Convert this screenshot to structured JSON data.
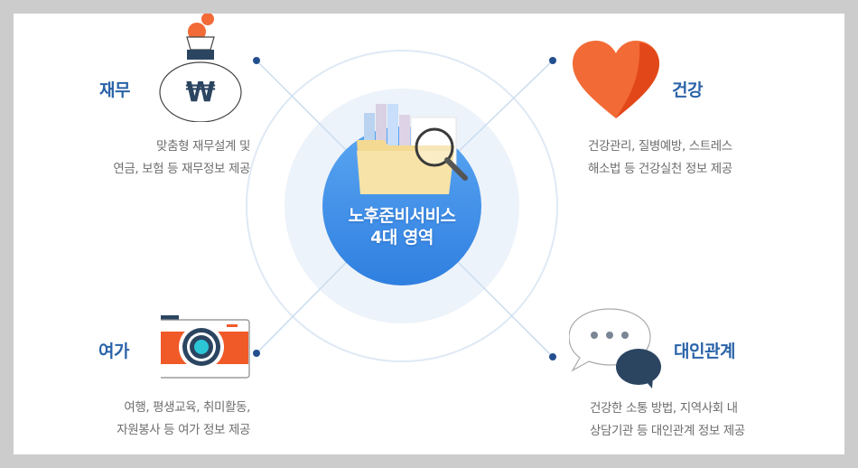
{
  "center": {
    "line1": "노후준비서비스",
    "line2": "4대 영역",
    "icon": "folder-magnifier-icon"
  },
  "areas": [
    {
      "id": "finance",
      "title": "재무",
      "icon": "money-bag-won-icon",
      "desc_line1": "맞춤형 재무설계 및",
      "desc_line2": "연금, 보험 등 재무정보 제공"
    },
    {
      "id": "health",
      "title": "건강",
      "icon": "heart-icon",
      "desc_line1": "건강관리, 질병예방, 스트레스",
      "desc_line2": "해소법 등 건강실천 정보 제공"
    },
    {
      "id": "leisure",
      "title": "여가",
      "icon": "camera-icon",
      "desc_line1": "여행, 평생교육, 취미활동,",
      "desc_line2": "자원봉사 등 여가 정보 제공"
    },
    {
      "id": "relations",
      "title": "대인관계",
      "icon": "speech-bubbles-icon",
      "desc_line1": "건강한 소통 방법, 지역사회 내",
      "desc_line2": "상담기관 등 대인관계 정보 제공"
    }
  ],
  "colors": {
    "title_blue": "#2a63a8",
    "center_blue": "#3f8fe8",
    "orange": "#f05a28",
    "navy": "#2b4561",
    "desc_gray": "#6d6d6d",
    "ring": "#dde8f4",
    "pale_disc": "#edf3fa"
  }
}
